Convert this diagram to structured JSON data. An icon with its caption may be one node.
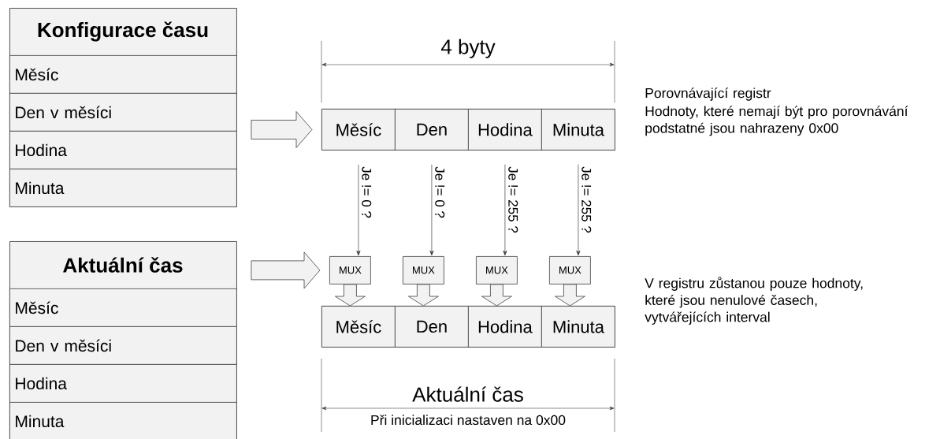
{
  "diagram": {
    "nodes": [
      {
        "text": [
          "Konfigurace času"
        ]
      },
      {
        "text": [
          "Měsíc"
        ],
        "in": 0
      },
      {
        "text": [
          "Den v měsíci"
        ],
        "in": 0
      },
      {
        "text": [
          "Hodina"
        ],
        "in": 0
      },
      {
        "text": [
          "Minuta"
        ],
        "in": 0
      },
      {
        "text": [
          "Aktuální čas"
        ]
      },
      {
        "text": [
          "Měsíc"
        ],
        "in": 5
      },
      {
        "text": [
          "Den v měsíci"
        ],
        "in": 5
      },
      {
        "text": [
          "Hodina"
        ],
        "in": 5
      },
      {
        "text": [
          "Minuta"
        ],
        "in": 5
      },
      {
        "text": [],
        "shape": "box"
      },
      {
        "text": [
          "Měsíc"
        ],
        "in": 10
      },
      {
        "text": [
          "Den"
        ],
        "in": 10
      },
      {
        "text": [
          "Hodina"
        ],
        "in": 10
      },
      {
        "text": [
          "Minuta"
        ],
        "in": 10
      },
      {
        "text": [
          "MUX"
        ]
      },
      {
        "text": [
          "MUX"
        ]
      },
      {
        "text": [
          "MUX"
        ]
      },
      {
        "text": [
          "MUX"
        ]
      },
      {
        "text": [],
        "shape": "box"
      },
      {
        "text": [
          "Měsíc"
        ],
        "in": 19
      },
      {
        "text": [
          "Den"
        ],
        "in": 19
      },
      {
        "text": [
          "Hodina"
        ],
        "in": 19
      },
      {
        "text": [
          "Minuta"
        ],
        "in": 19
      }
    ],
    "edges": [
      {
        "from": 0,
        "to": 10,
        "arrow": "to",
        "style": "thick"
      },
      {
        "from": 5,
        "to": 15,
        "arrow": "to",
        "style": "thick"
      },
      {
        "from": 11,
        "to": 15,
        "arrow": "to",
        "label": "Je != 0 ?"
      },
      {
        "from": 12,
        "to": 16,
        "arrow": "to",
        "label": "Je != 0 ?"
      },
      {
        "from": 13,
        "to": 17,
        "arrow": "to",
        "label": "Je != 255 ?"
      },
      {
        "from": 14,
        "to": 18,
        "arrow": "to",
        "label": "Je != 255 ?"
      },
      {
        "from": 15,
        "to": 20,
        "arrow": "to",
        "style": "thick"
      },
      {
        "from": 16,
        "to": 21,
        "arrow": "to",
        "style": "thick"
      },
      {
        "from": 17,
        "to": 22,
        "arrow": "to",
        "style": "thick"
      },
      {
        "from": 18,
        "to": 23,
        "arrow": "to",
        "style": "thick"
      }
    ],
    "labels": [
      "4 byty",
      "Porovnávající registr",
      "Hodnoty, které nemají být pro porovnávání podstatné jsou nahrazeny 0x00",
      "V registru zůstanou pouze hodnoty, které jsou nenulové časech, vytvářejících interval",
      "Aktuální čas",
      "Při inicializaci nastaven na 0x00"
    ]
  }
}
